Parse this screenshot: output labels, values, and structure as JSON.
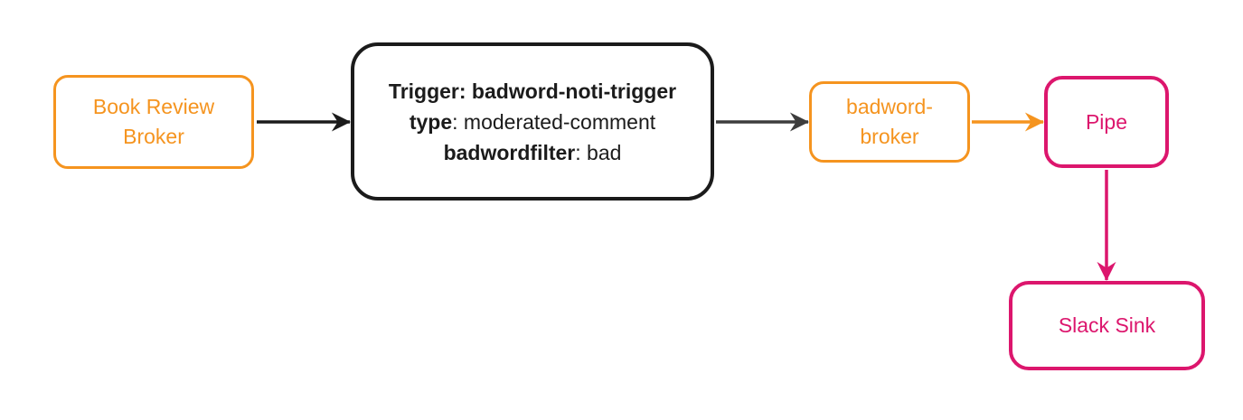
{
  "diagram": {
    "type": "flowchart",
    "direction": "left-to-right"
  },
  "colors": {
    "orange": "#F5941F",
    "pink": "#DC166D",
    "black": "#1B1B1B",
    "edge_gray": "#3D3D3D",
    "background": "#FFFFFF"
  },
  "nodes": {
    "book_review_broker": {
      "lines": [
        "Book Review",
        "Broker"
      ],
      "color": "#F5941F"
    },
    "trigger": {
      "lines": [
        {
          "bold": "Trigger: badword-noti-trigger",
          "rest": ""
        },
        {
          "bold": "type",
          "rest": ": moderated-comment"
        },
        {
          "bold": "badwordfilter",
          "rest": ": bad"
        }
      ],
      "color": "#1B1B1B"
    },
    "badword_broker": {
      "lines": [
        "badword-",
        "broker"
      ],
      "color": "#F5941F"
    },
    "pipe": {
      "label": "Pipe",
      "color": "#DC166D"
    },
    "slack_sink": {
      "label": "Slack Sink",
      "color": "#DC166D"
    }
  },
  "edges": [
    {
      "from": "Book Review Broker",
      "to": "Trigger",
      "color": "#1B1B1B"
    },
    {
      "from": "Trigger",
      "to": "badword-broker",
      "color": "#3D3D3D"
    },
    {
      "from": "badword-broker",
      "to": "Pipe",
      "color": "#F5941F"
    },
    {
      "from": "Pipe",
      "to": "Slack Sink",
      "color": "#DC166D"
    }
  ]
}
